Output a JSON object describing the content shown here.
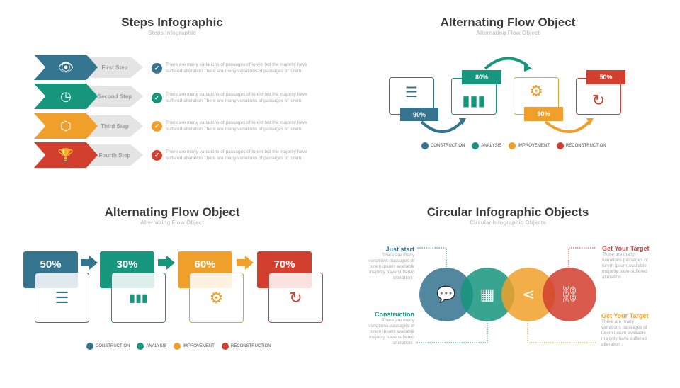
{
  "colors": {
    "blue": "#34748f",
    "teal": "#17967e",
    "orange": "#f0a02a",
    "red": "#d33f2f"
  },
  "q1": {
    "title": "Steps Infographic",
    "subtitle": "Steps Infographic",
    "steps": [
      {
        "label": "First Step",
        "icon": "eye-icon",
        "text": "There are many variations of passages of lorem but the majority have suffered alteration There are many  variations of passages of lorem"
      },
      {
        "label": "Second Step",
        "icon": "clock-icon",
        "text": "There are many variations of passages of lorem but the majority have suffered alteration There are many  variations of passages of lorem"
      },
      {
        "label": "Third Step",
        "icon": "cube-icon",
        "text": "There are many variations of passages of lorem but the majority have suffered alteration There are many  variations of passages of lorem"
      },
      {
        "label": "Fourth Step",
        "icon": "trophy-icon",
        "text": "There are many variations of passages of lorem but the majority have suffered alteration There are many variations of passages of lorem"
      }
    ]
  },
  "q2": {
    "title": "Alternating Flow Object",
    "subtitle": "Alternating Flow Object",
    "items": [
      {
        "value": "90%",
        "icon": "database-icon"
      },
      {
        "value": "80%",
        "icon": "bar-chart-icon"
      },
      {
        "value": "90%",
        "icon": "gear-icon"
      },
      {
        "value": "50%",
        "icon": "refresh-icon"
      }
    ]
  },
  "legend": [
    "CONSTRUCTION",
    "ANALYSIS",
    "IMPROVEMENT",
    "RECONSTRUCTION"
  ],
  "q3": {
    "title": "Alternating Flow Object",
    "subtitle": "Alternating Flow Object",
    "items": [
      {
        "value": "50%"
      },
      {
        "value": "30%"
      },
      {
        "value": "60%"
      },
      {
        "value": "70%"
      }
    ]
  },
  "q4": {
    "title": "Circular Infographic Objects",
    "subtitle": "Circular Infographic Objects",
    "blocks": [
      {
        "heading": "Just start",
        "text": "There are many variations passages of lorem ipsum available majority have suffered alteration ."
      },
      {
        "heading": "Construction",
        "text": "There are many variations passages of lorem ipsum available majority have suffered alteration ."
      },
      {
        "heading": "Get Your Target",
        "text": "There are many variations passages of lorem ipsum available majority have suffered alteration ."
      },
      {
        "heading": "Get Your Target",
        "text": "There are many variations passages of lorem ipsum available majority have suffered alteration ."
      }
    ]
  }
}
